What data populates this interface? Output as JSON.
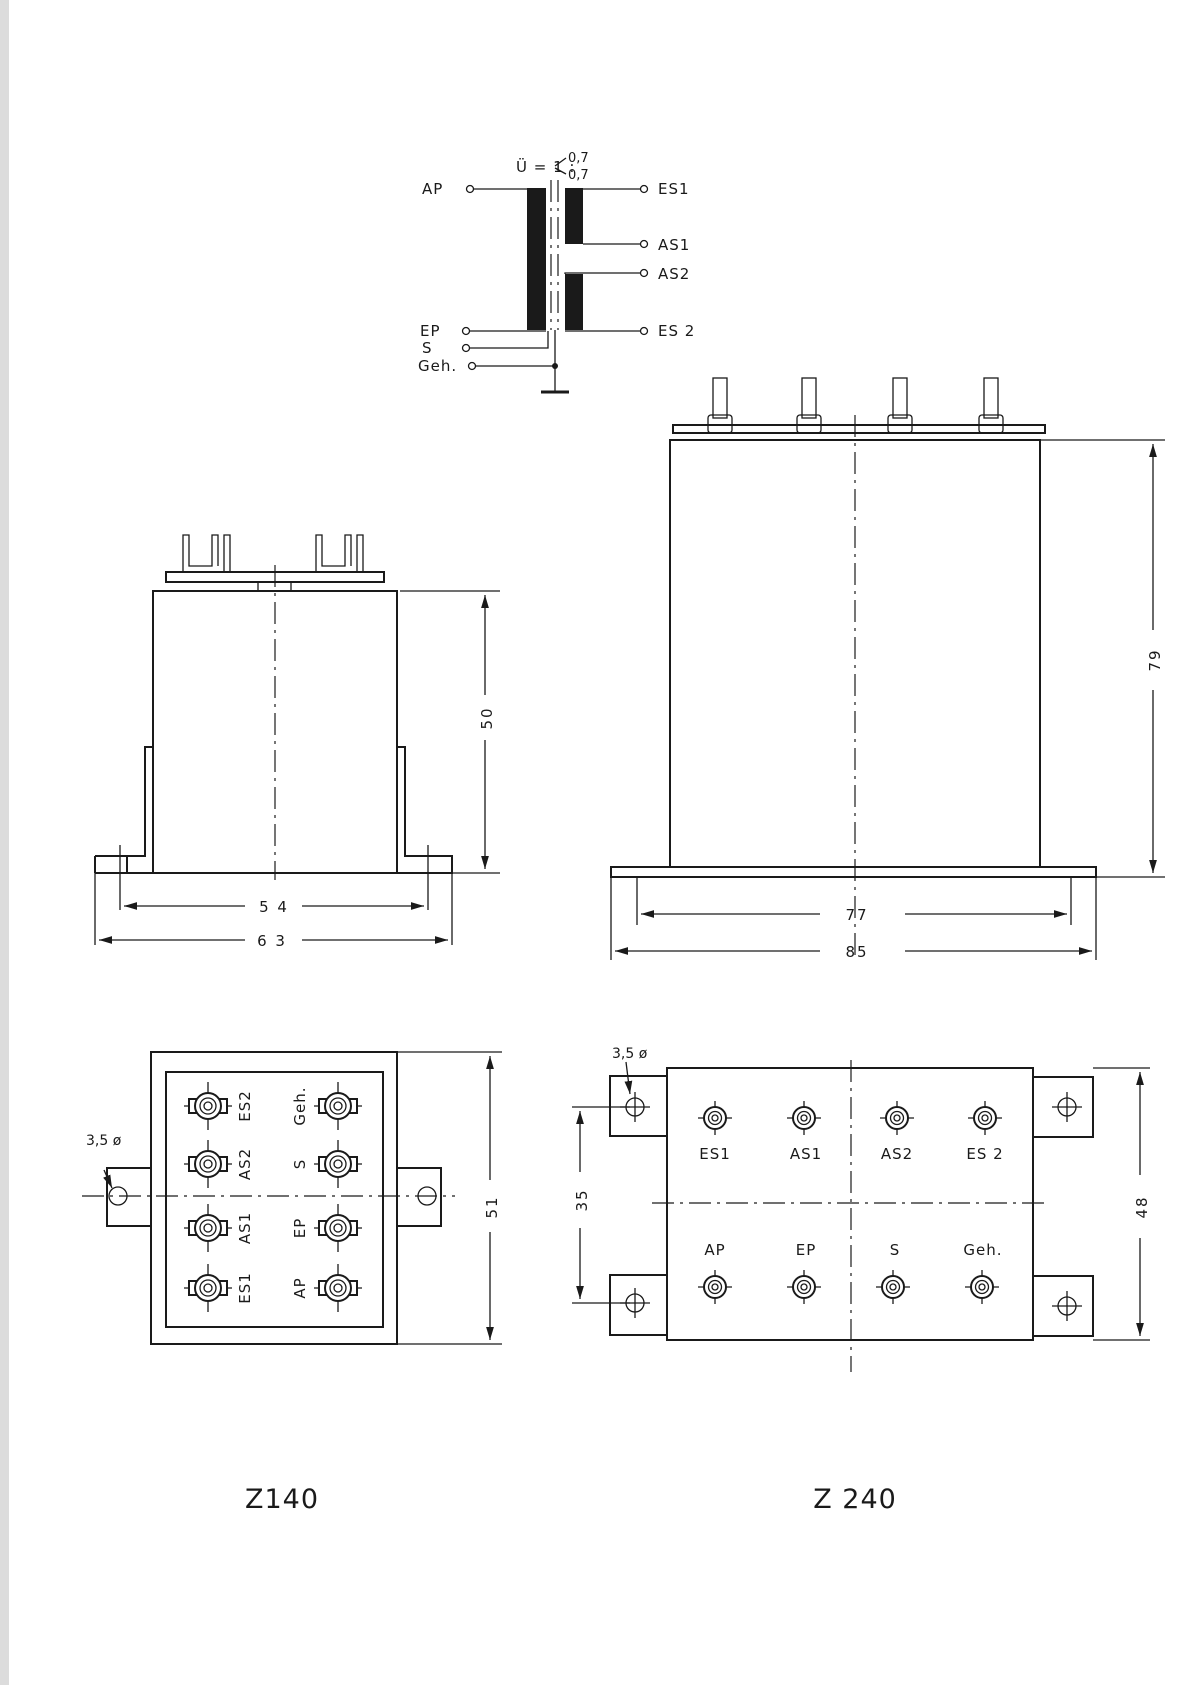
{
  "schematic": {
    "ratio_prefix": "Ü = 1 :",
    "ratio_top": "0,7",
    "ratio_bottom": "0,7",
    "left_terminals": [
      "AP",
      "EP",
      "S",
      "Geh."
    ],
    "right_terminals": [
      "ES1",
      "AS1",
      "AS2",
      "ES 2"
    ]
  },
  "z140": {
    "name": "Z140",
    "height_dim": "50",
    "inner_width_dim": "5 4",
    "outer_width_dim": "6 3",
    "bottom_height_dim": "51",
    "hole_dim": "3,5 ø",
    "pins_left": [
      "ES2",
      "AS2",
      "AS1",
      "ES1"
    ],
    "pins_right": [
      "Geh.",
      "S",
      "EP",
      "AP"
    ]
  },
  "z240": {
    "name": "Z 240",
    "height_dim": "79",
    "inner_width_dim": "77",
    "outer_width_dim": "85",
    "bottom_height_dim": "48",
    "hole_spacing_dim": "35",
    "hole_dim": "3,5 ø",
    "pins_top": [
      "ES1",
      "AS1",
      "AS2",
      "ES 2"
    ],
    "pins_bottom": [
      "AP",
      "EP",
      "S",
      "Geh."
    ]
  }
}
